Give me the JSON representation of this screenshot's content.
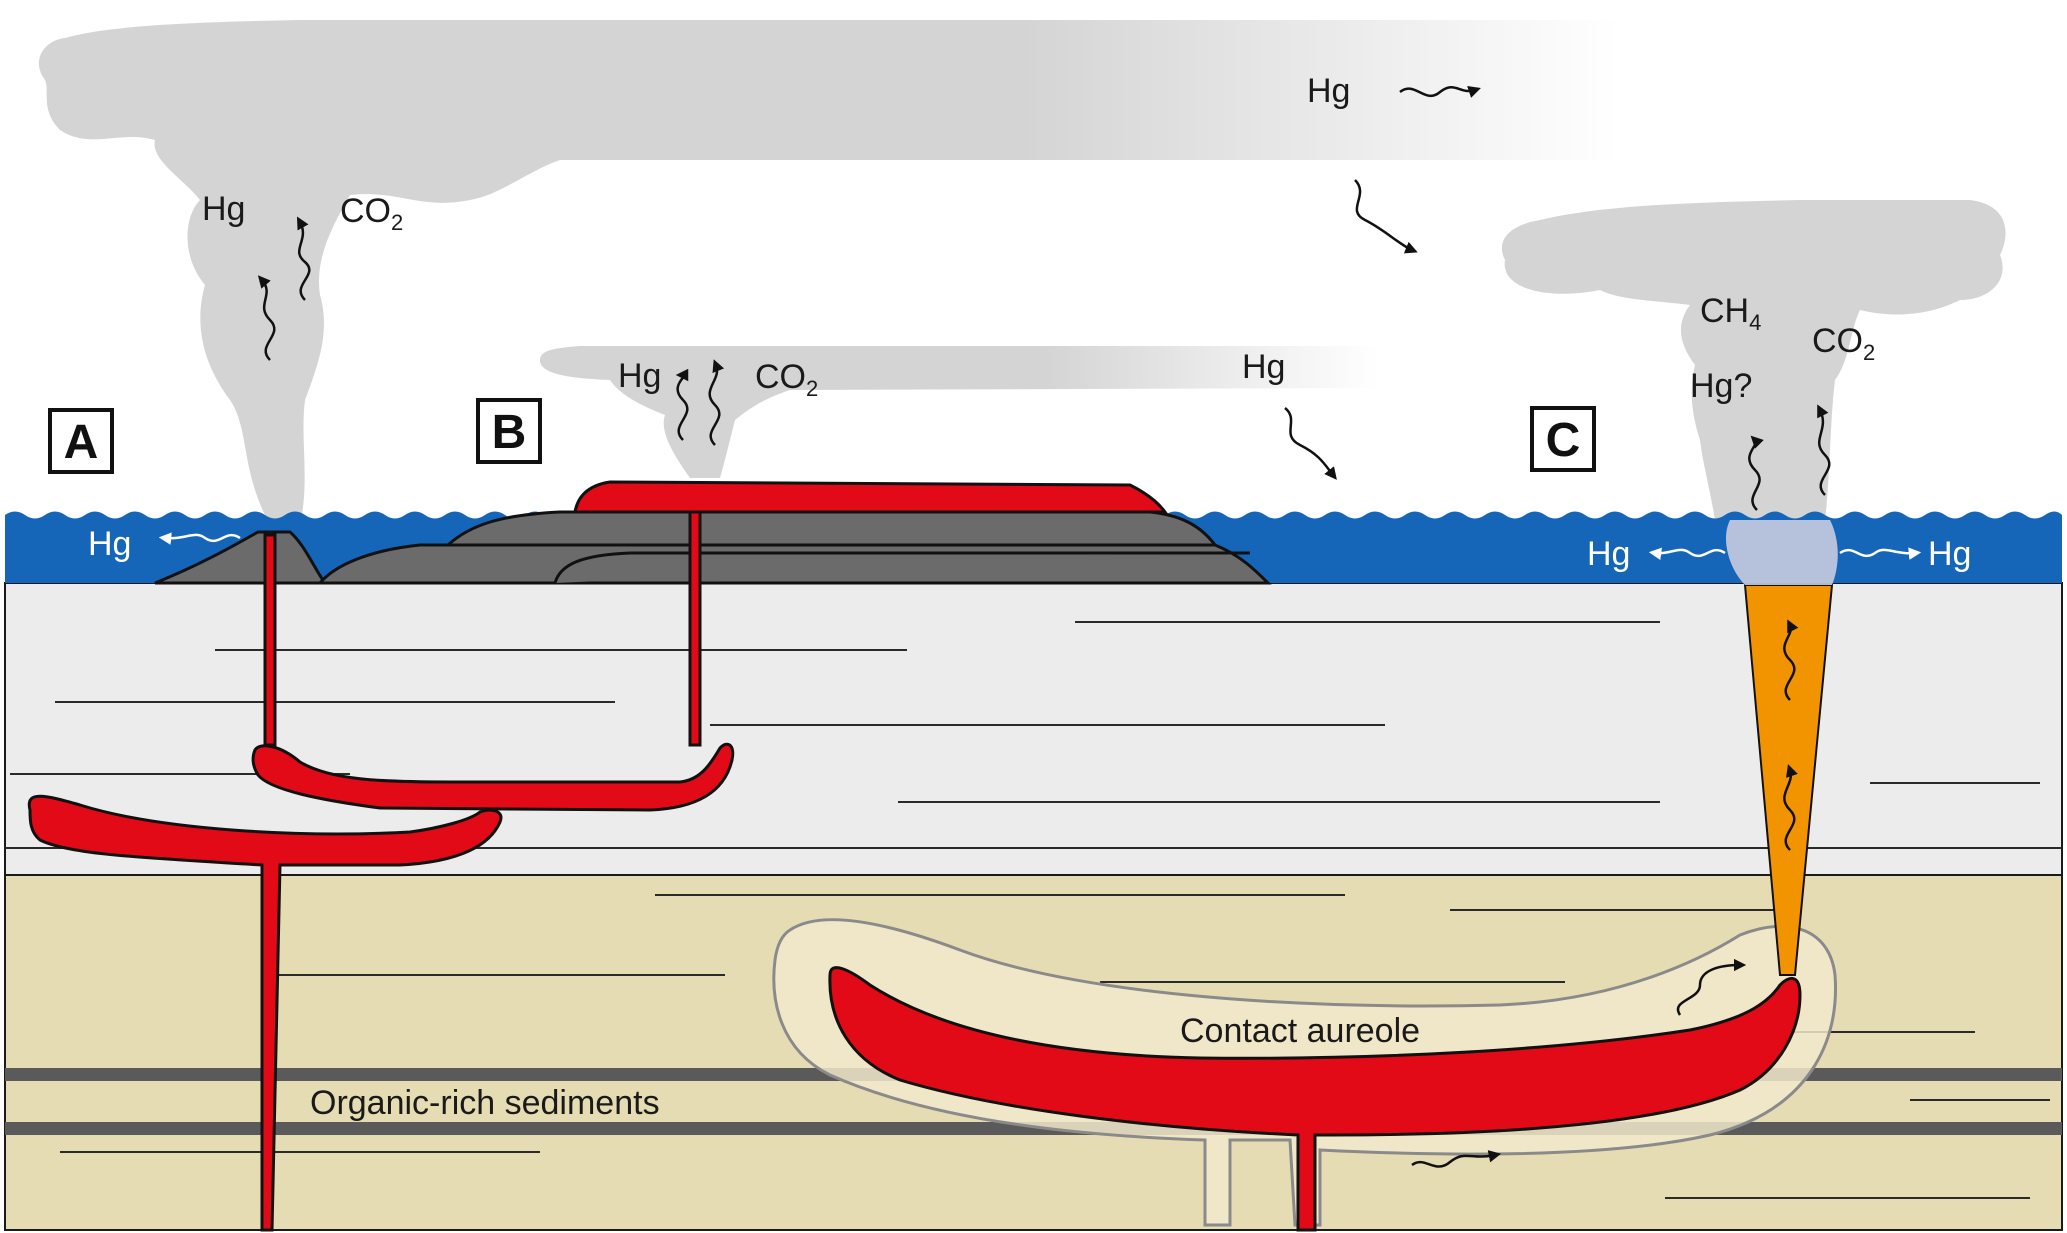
{
  "colors": {
    "plume": "#d4d4d4",
    "sea": "#1565b8",
    "upper_sediment": "#ececec",
    "lower_sediment": "#e6dcb4",
    "aureole": "#f1e9cb",
    "magma": "#e20a17",
    "basalt": "#6b6b6b",
    "vent": "#f29400",
    "organic_band": "#5a5a5a"
  },
  "panels": {
    "a": "A",
    "b": "B",
    "c": "C"
  },
  "gases": {
    "a_hg": "Hg",
    "a_co2": "CO",
    "a_co2_sub": "2",
    "b_hg": "Hg",
    "b_co2": "CO",
    "b_co2_sub": "2",
    "b_drift_hg": "Hg",
    "top_hg": "Hg",
    "c_ch4": "CH",
    "c_ch4_sub": "4",
    "c_co2": "CO",
    "c_co2_sub": "2",
    "c_hg_q": "Hg?"
  },
  "water_hg": {
    "a": "Hg",
    "c_left": "Hg",
    "c_right": "Hg"
  },
  "labels": {
    "contact_aureole": "Contact aureole",
    "organic_rich": "Organic-rich sediments"
  }
}
